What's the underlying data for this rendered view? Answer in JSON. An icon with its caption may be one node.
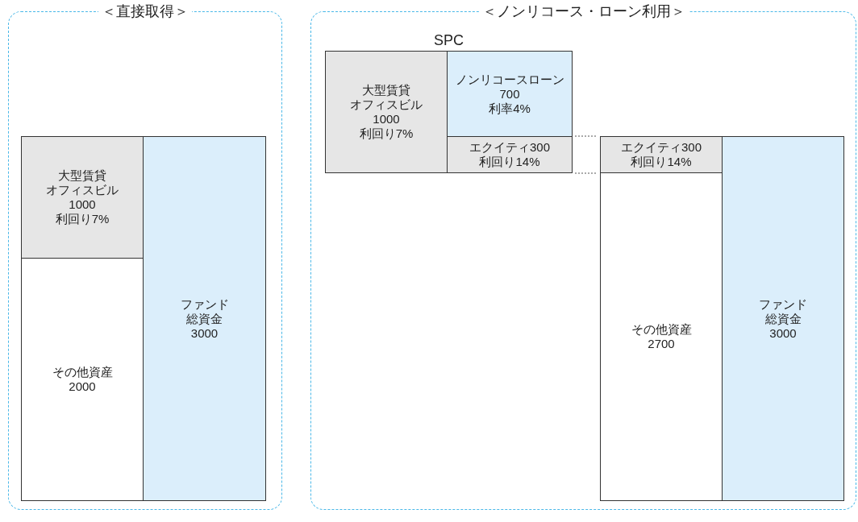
{
  "diagram": {
    "nodes": [
      {
        "text": [
          "＜直接取得＞"
        ]
      },
      {
        "text": [
          "大型賃貸",
          "オフィスビル",
          "1000",
          "利回り7%"
        ],
        "in": 0
      },
      {
        "text": [
          "その他資産",
          "2000"
        ],
        "in": 0
      },
      {
        "text": [
          "ファンド",
          "総資金",
          "3000"
        ],
        "in": 0
      },
      {
        "text": [
          "＜ノンリコース・ローン利用＞"
        ]
      },
      {
        "text": [
          "SPC"
        ],
        "in": 4
      },
      {
        "text": [
          "大型賃貸",
          "オフィスビル",
          "1000",
          "利回り7%"
        ],
        "in": 5
      },
      {
        "text": [
          "ノンリコースローン",
          "700",
          "利率4%"
        ],
        "in": 5
      },
      {
        "text": [
          "エクイティ300",
          "利回り14%"
        ],
        "in": 5
      },
      {
        "text": [
          "エクイティ300",
          "利回り14%"
        ],
        "in": 4
      },
      {
        "text": [
          "その他資産",
          "2700"
        ],
        "in": 4
      },
      {
        "text": [
          "ファンド",
          "総資金",
          "3000"
        ],
        "in": 4
      }
    ],
    "edges": [
      {
        "from": 8,
        "to": 9,
        "arrow": "none",
        "style": "dashed"
      },
      {
        "from": 8,
        "to": 9,
        "arrow": "none",
        "style": "dashed"
      }
    ]
  }
}
